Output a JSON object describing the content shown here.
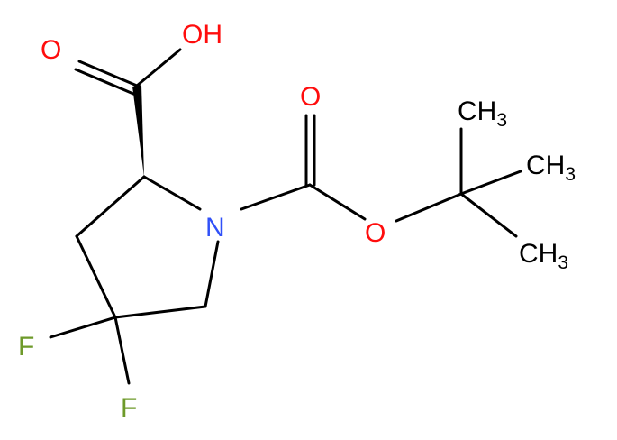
{
  "molecule": {
    "atoms": {
      "oh": {
        "label": "OH",
        "color": "#ff0d0d"
      },
      "o_carbonyl_acid": {
        "label": "O",
        "color": "#ff0d0d"
      },
      "o_carbonyl_boc": {
        "label": "O",
        "color": "#ff0d0d"
      },
      "o_ester": {
        "label": "O",
        "color": "#ff0d0d"
      },
      "n": {
        "label": "N",
        "color": "#3050f8"
      },
      "f1": {
        "label": "F",
        "color": "#6e9a2a"
      },
      "f2": {
        "label": "F",
        "color": "#6e9a2a"
      },
      "ch3_a": {
        "main": "CH",
        "sub": "3",
        "color": "#000000"
      },
      "ch3_b": {
        "main": "CH",
        "sub": "3",
        "color": "#000000"
      },
      "ch3_c": {
        "main": "CH",
        "sub": "3",
        "color": "#000000"
      }
    }
  }
}
